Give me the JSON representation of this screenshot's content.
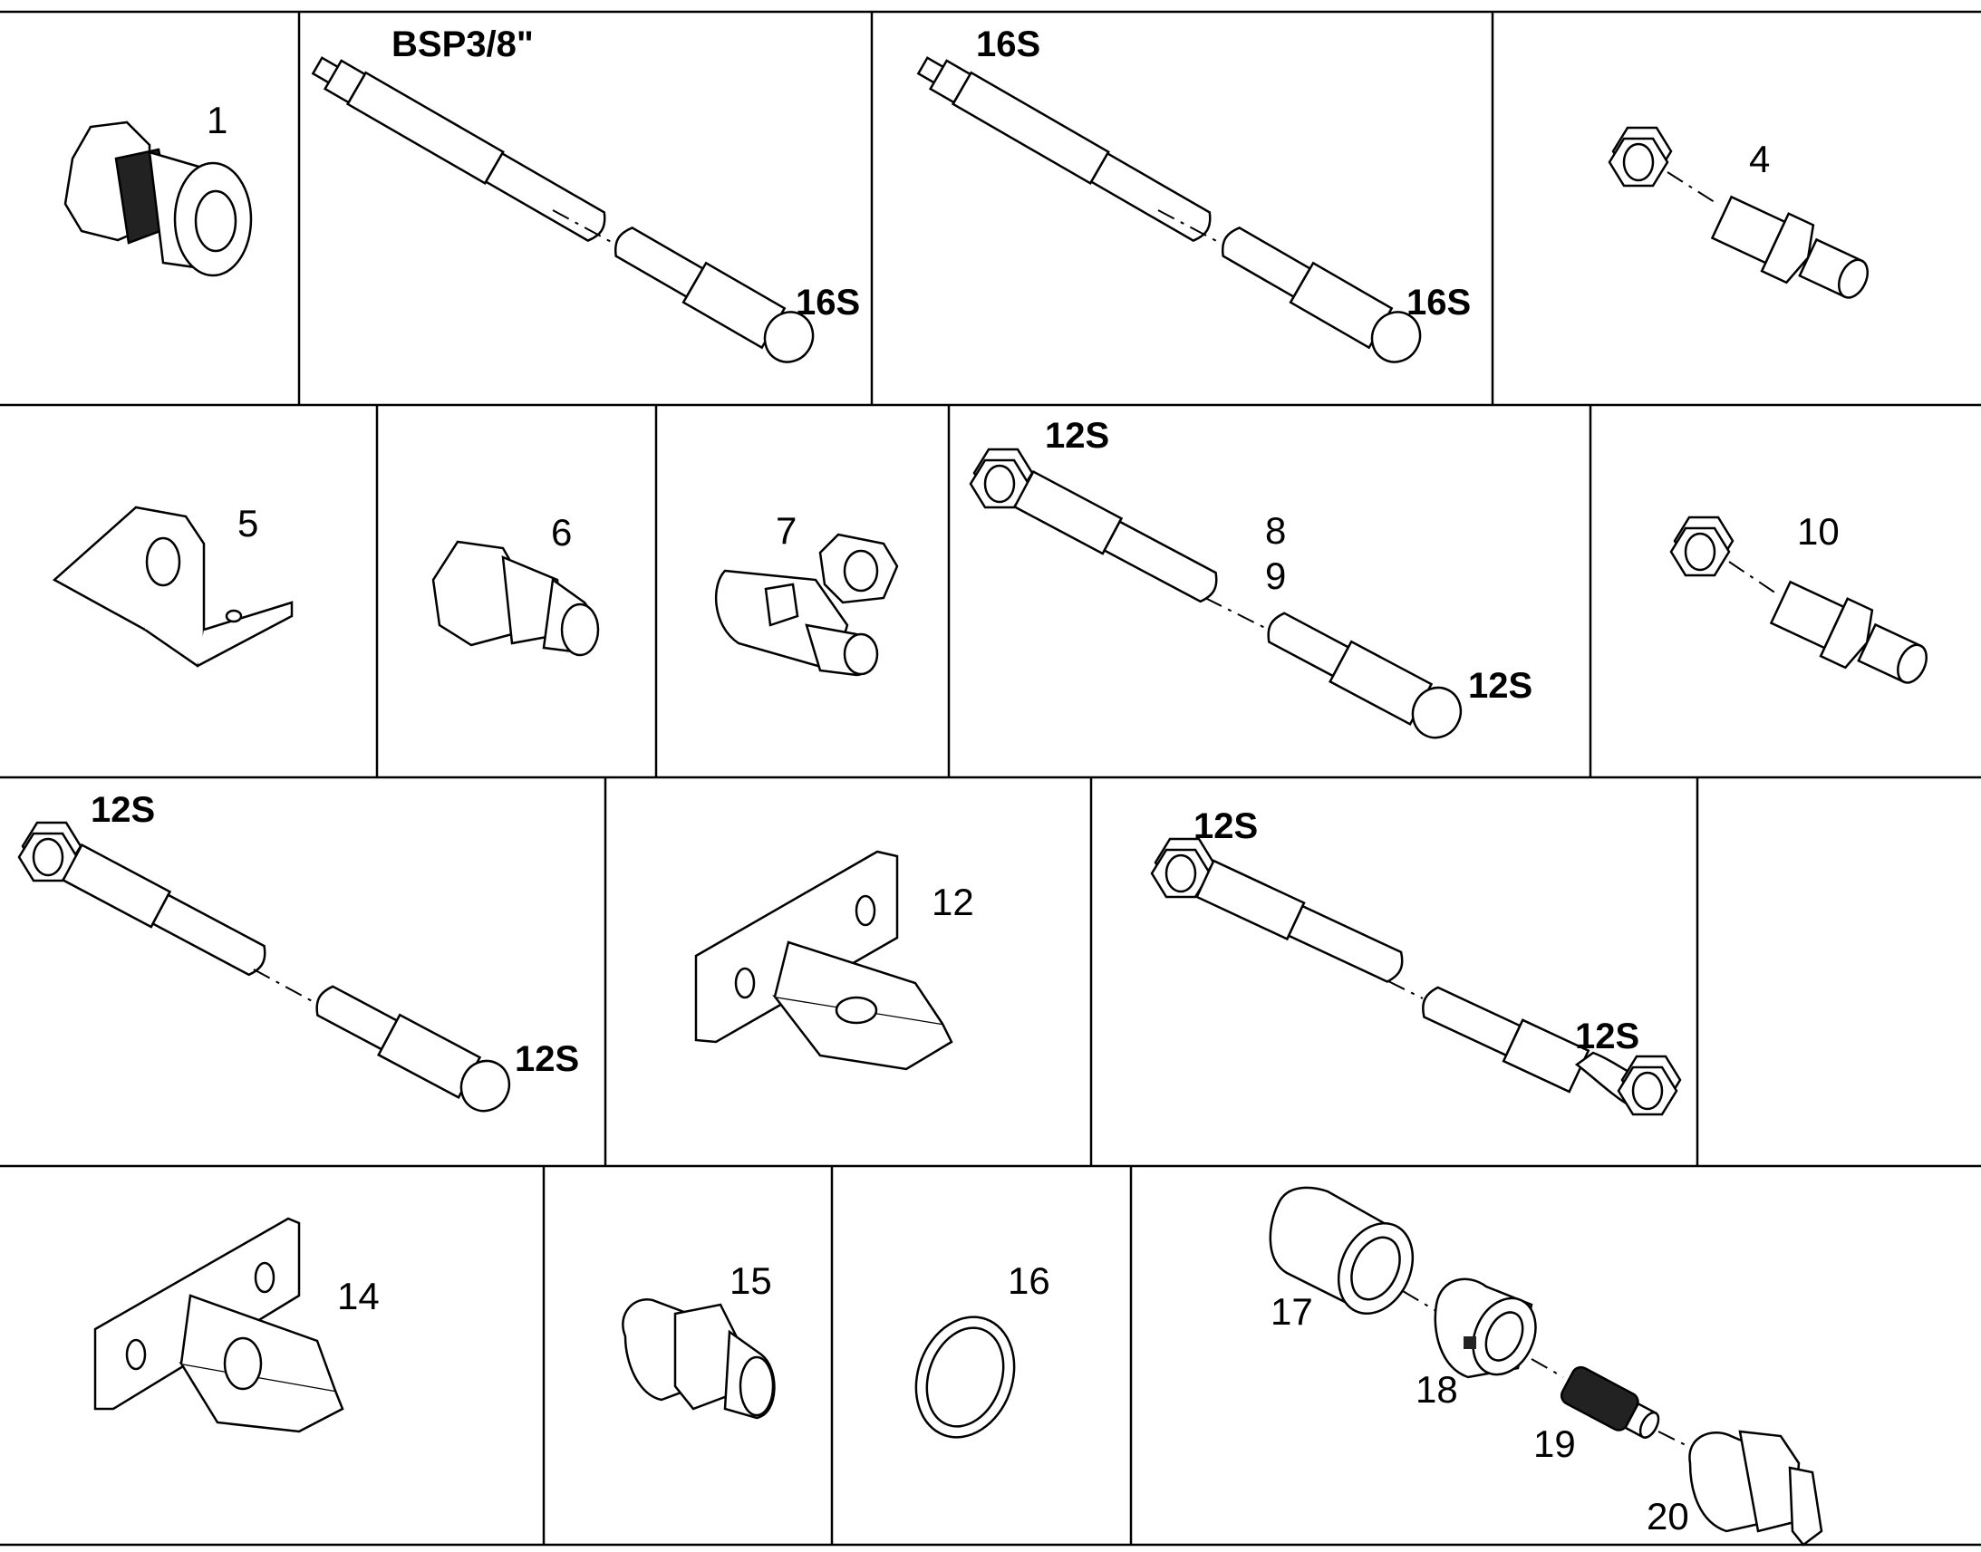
{
  "parts": [
    {
      "id": "part-1",
      "number": "1"
    },
    {
      "id": "part-2",
      "number": "",
      "spec_a": "BSP3/8\"",
      "spec_b": "16S"
    },
    {
      "id": "part-3",
      "number": "",
      "spec_a": "16S",
      "spec_b": "16S"
    },
    {
      "id": "part-4",
      "number": "4"
    },
    {
      "id": "part-5",
      "number": "5"
    },
    {
      "id": "part-6",
      "number": "6"
    },
    {
      "id": "part-7",
      "number": "7"
    },
    {
      "id": "part-8-9",
      "number": "8",
      "number_b": "9",
      "spec_a": "12S",
      "spec_b": "12S"
    },
    {
      "id": "part-10",
      "number": "10"
    },
    {
      "id": "part-11",
      "number": "",
      "spec_a": "12S",
      "spec_b": "12S"
    },
    {
      "id": "part-12",
      "number": "12"
    },
    {
      "id": "part-13",
      "number": "",
      "spec_a": "12S",
      "spec_b": "12S"
    },
    {
      "id": "part-14",
      "number": "14"
    },
    {
      "id": "part-15",
      "number": "15"
    },
    {
      "id": "part-16",
      "number": "16"
    },
    {
      "id": "part-17-20",
      "n17": "17",
      "n18": "18",
      "n19": "19",
      "n20": "20"
    }
  ],
  "colors": {
    "line": "#000000",
    "background": "#ffffff"
  }
}
